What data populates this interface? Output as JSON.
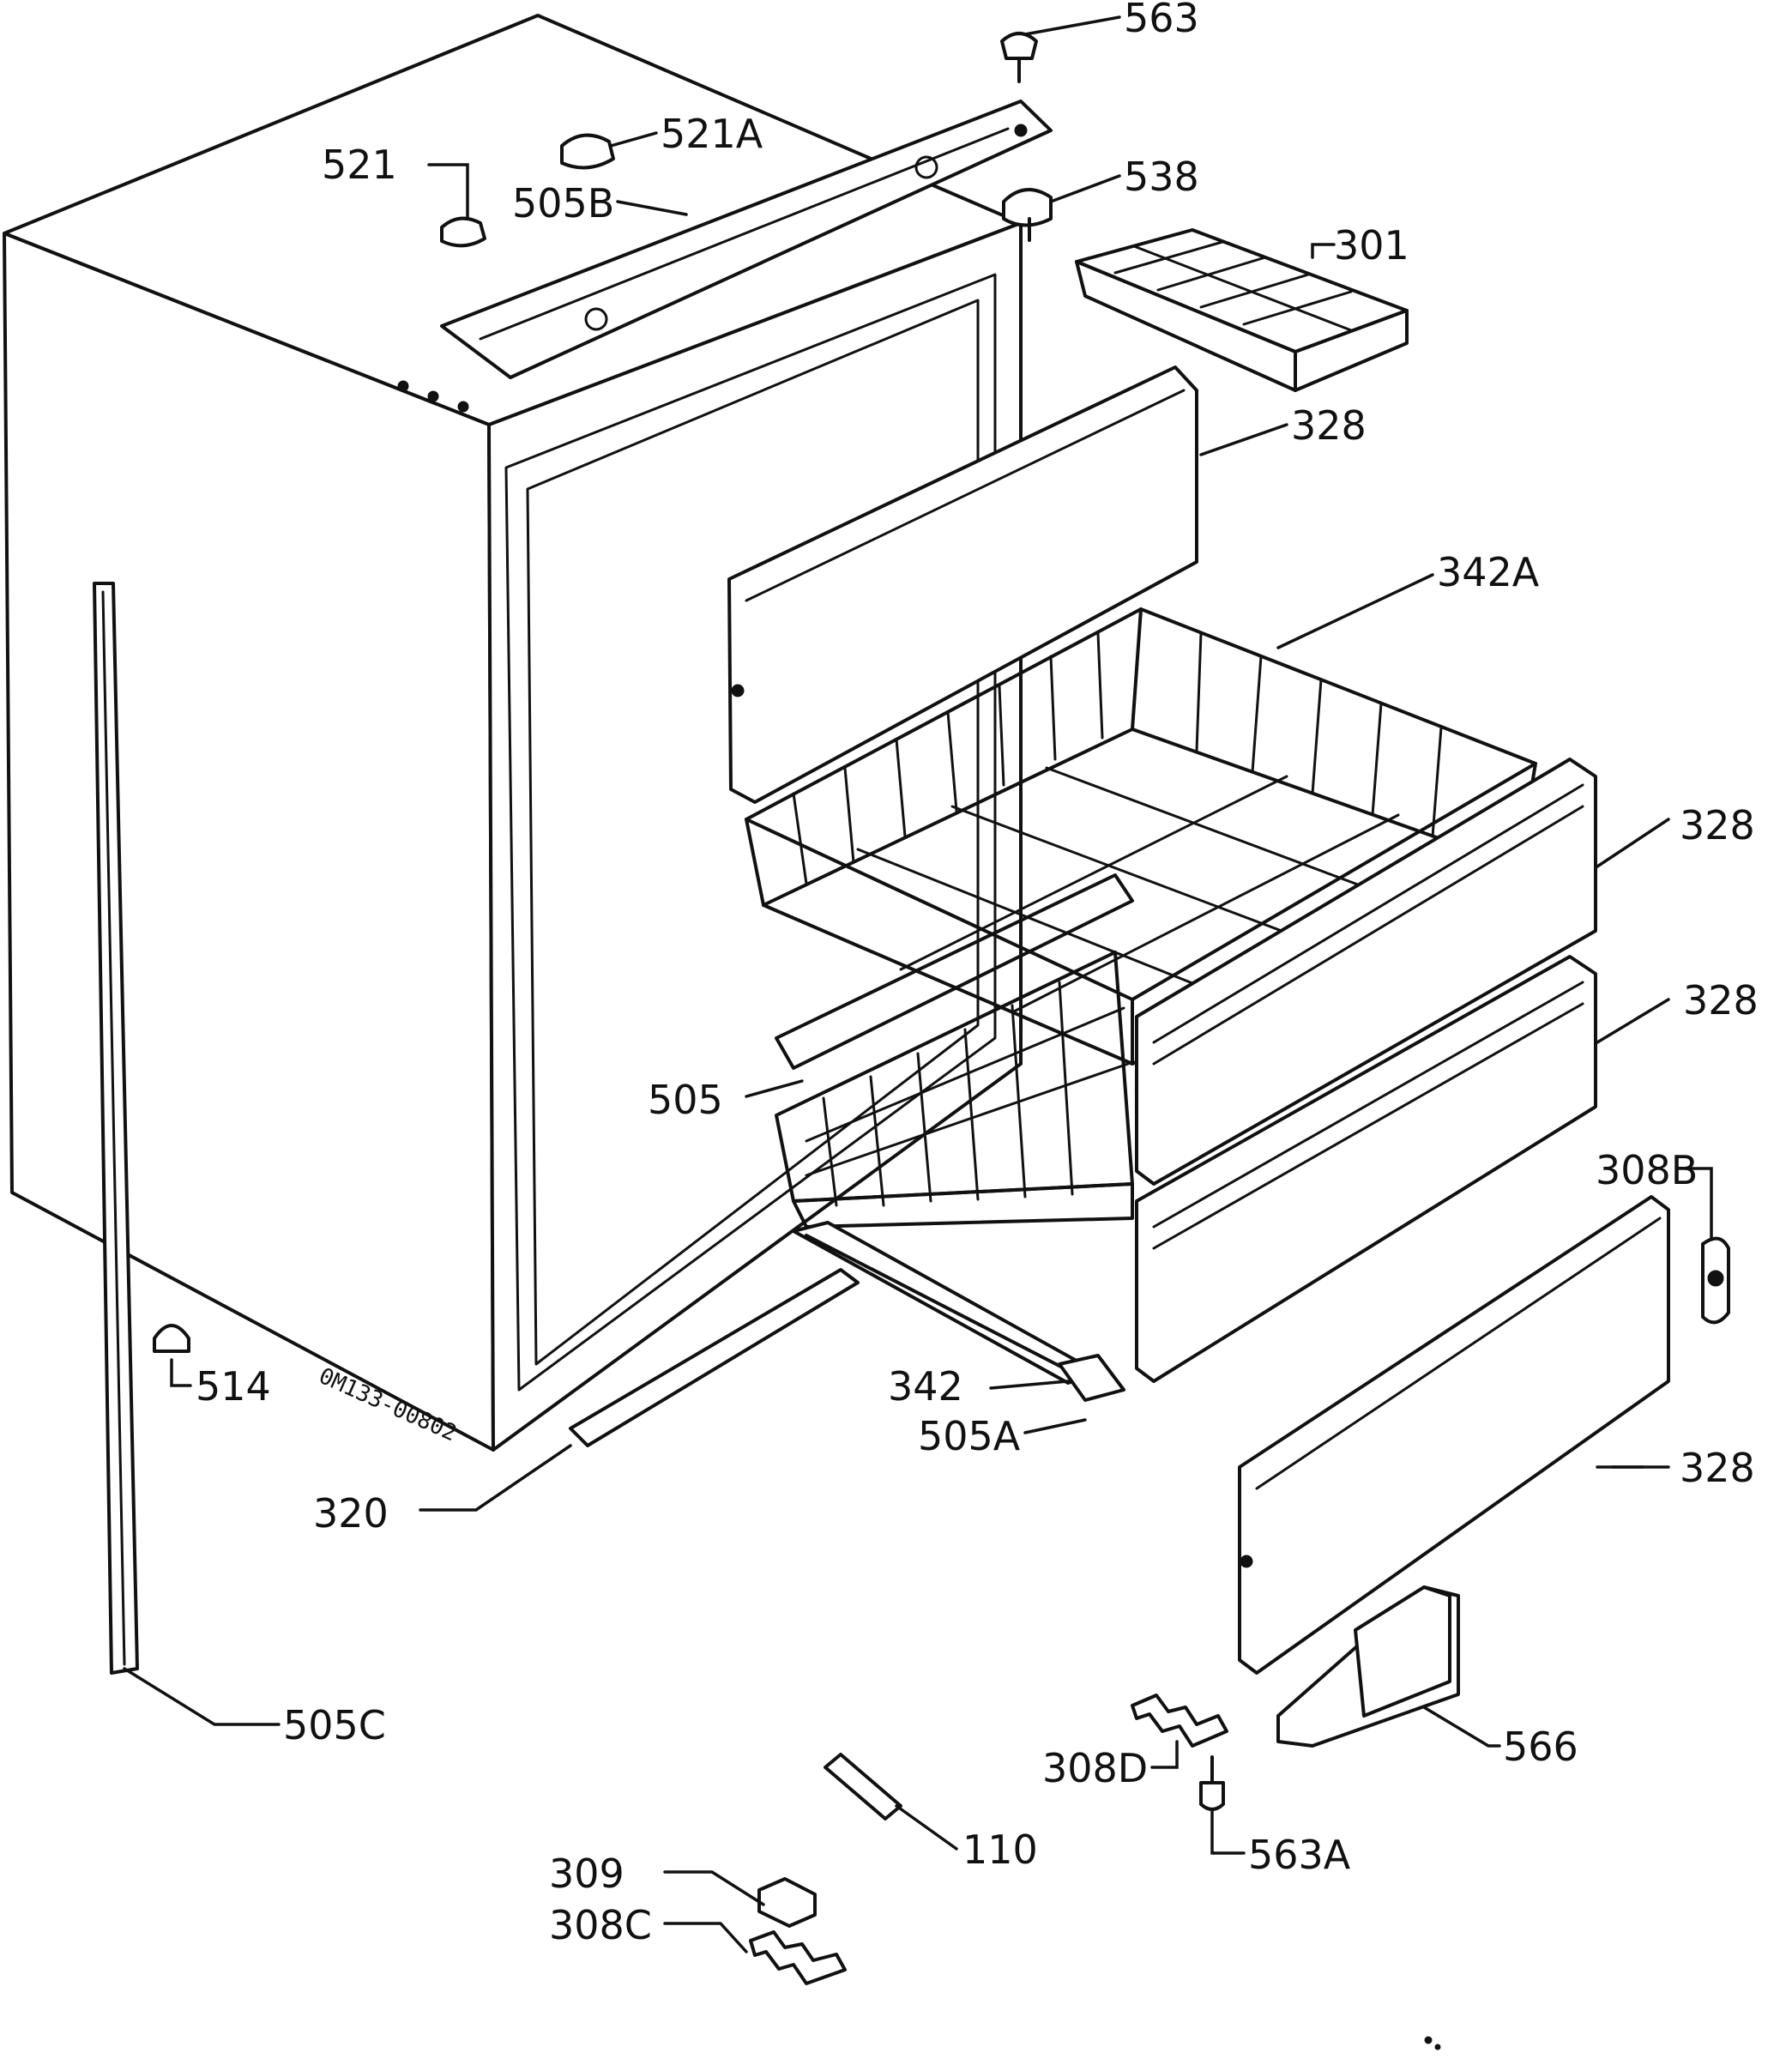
{
  "diagram": {
    "stamp": "0M133-00802",
    "labels": [
      {
        "id": "563",
        "text": "563"
      },
      {
        "id": "521A",
        "text": "521A"
      },
      {
        "id": "521",
        "text": "521"
      },
      {
        "id": "505B",
        "text": "505B"
      },
      {
        "id": "538",
        "text": "538"
      },
      {
        "id": "301",
        "text": "301"
      },
      {
        "id": "328a",
        "text": "328"
      },
      {
        "id": "342A",
        "text": "342A"
      },
      {
        "id": "328b",
        "text": "328"
      },
      {
        "id": "328c",
        "text": "328"
      },
      {
        "id": "505",
        "text": "505"
      },
      {
        "id": "308B",
        "text": "308B"
      },
      {
        "id": "514",
        "text": "514"
      },
      {
        "id": "342",
        "text": "342"
      },
      {
        "id": "505A",
        "text": "505A"
      },
      {
        "id": "320",
        "text": "320"
      },
      {
        "id": "328d",
        "text": "328"
      },
      {
        "id": "505C",
        "text": "505C"
      },
      {
        "id": "566",
        "text": "566"
      },
      {
        "id": "308D",
        "text": "308D"
      },
      {
        "id": "110",
        "text": "110"
      },
      {
        "id": "563A",
        "text": "563A"
      },
      {
        "id": "309",
        "text": "309"
      },
      {
        "id": "308C",
        "text": "308C"
      }
    ]
  }
}
